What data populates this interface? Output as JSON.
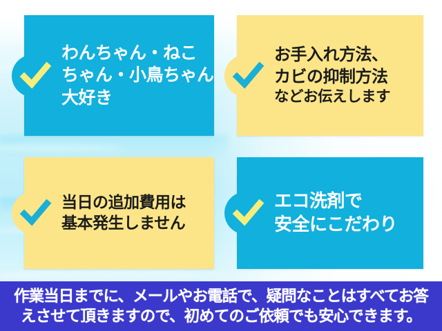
{
  "background": {
    "top_color": "#ffffff",
    "mid_color": "#bdeefa",
    "style": "soft white-to-cyan sky gradient with wispy cloud streaks"
  },
  "cards": [
    {
      "id": "card-1",
      "theme": "blue",
      "bg_color": "#11b0dd",
      "text_color": "#ffffff",
      "check_color": "#f6ee7a",
      "icon": "check-icon",
      "lines": [
        "わんちゃん・ねこ",
        "ちゃん・小鳥ちゃん",
        "大好き"
      ]
    },
    {
      "id": "card-2",
      "theme": "yellow",
      "bg_color": "#fbe588",
      "text_color": "#1b1b1b",
      "check_color": "#19afd6",
      "icon": "check-icon",
      "lines": [
        "お手入れ方法、",
        "カビの抑制方法",
        "などお伝えします"
      ]
    },
    {
      "id": "card-3",
      "theme": "yellow",
      "bg_color": "#fbe588",
      "text_color": "#1b1b1b",
      "check_color": "#19afd6",
      "icon": "check-icon",
      "lines": [
        "当日の追加費用は",
        "基本発生しません"
      ]
    },
    {
      "id": "card-4",
      "theme": "blue",
      "bg_color": "#11b0dd",
      "text_color": "#ffffff",
      "check_color": "#f6ee7a",
      "icon": "check-icon",
      "lines": [
        "エコ洗剤で",
        "安全にこだわり"
      ]
    }
  ],
  "banner": {
    "bg_color": "#3b38cc",
    "text_color": "#ffffff",
    "line1": "作業当日までに、メールやお電話で、疑問なことはすべてお答",
    "line2": "えさせて頂きますので、初めてのご依頼でも安心できます。"
  }
}
